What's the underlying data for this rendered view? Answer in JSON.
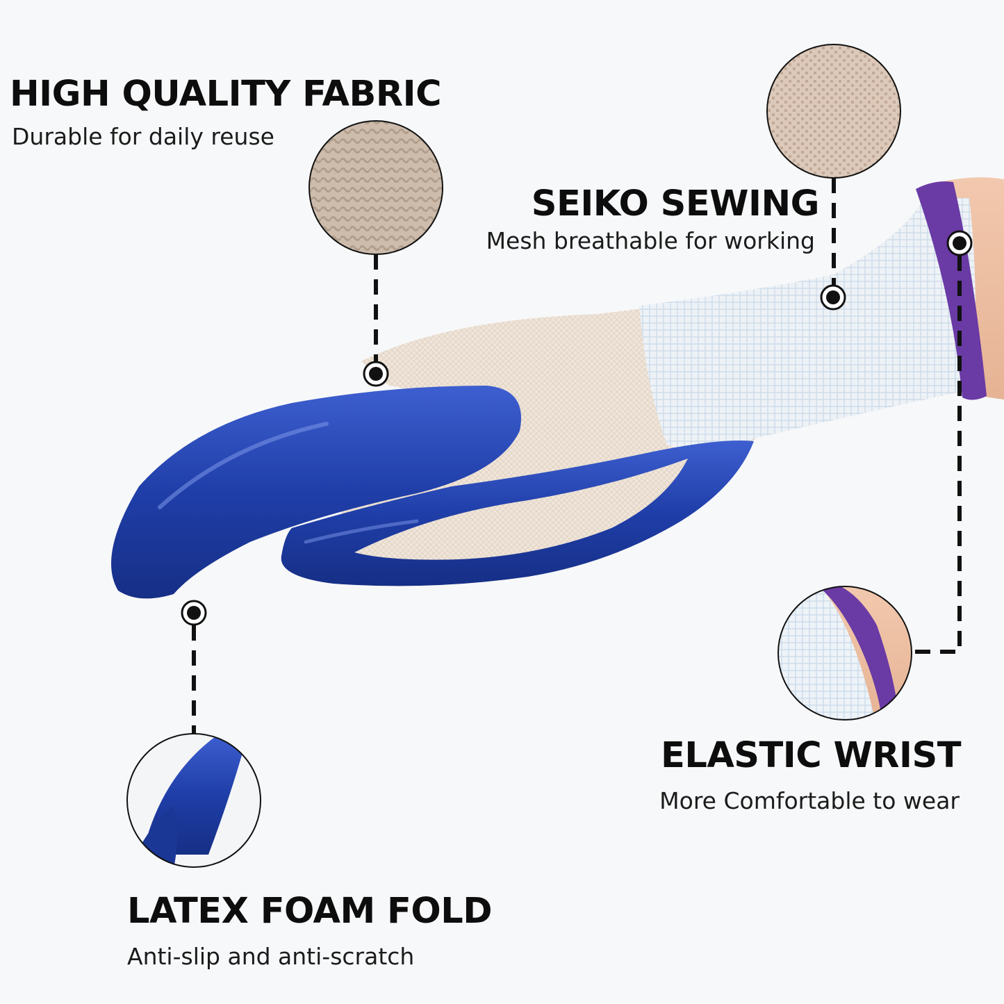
{
  "features": {
    "fabric": {
      "title": "HIGH QUALITY FABRIC",
      "subtitle": "Durable for daily reuse"
    },
    "sewing": {
      "title": "SEIKO SEWING",
      "subtitle": "Mesh breathable for working"
    },
    "latex": {
      "title": "LATEX FOAM FOLD",
      "subtitle": "Anti-slip and anti-scratch"
    },
    "wrist": {
      "title": "ELASTIC WRIST",
      "subtitle": "More Comfortable to wear"
    }
  },
  "colors": {
    "background": "#f7f8f9",
    "glove_knit": "#f1e8de",
    "glove_cuff_knit": "#e7eef5",
    "coating_blue": "#1f3ea8",
    "cuff_purple": "#6a3aa5",
    "text_dark": "#0d0d0d",
    "callout_line": "#111111"
  },
  "icons": {
    "fabric_zoom": "fabric-weave-zoom-image",
    "sewing_zoom": "knit-mesh-zoom-image",
    "latex_zoom": "latex-fingertip-zoom-image",
    "wrist_zoom": "elastic-cuff-zoom-image"
  }
}
